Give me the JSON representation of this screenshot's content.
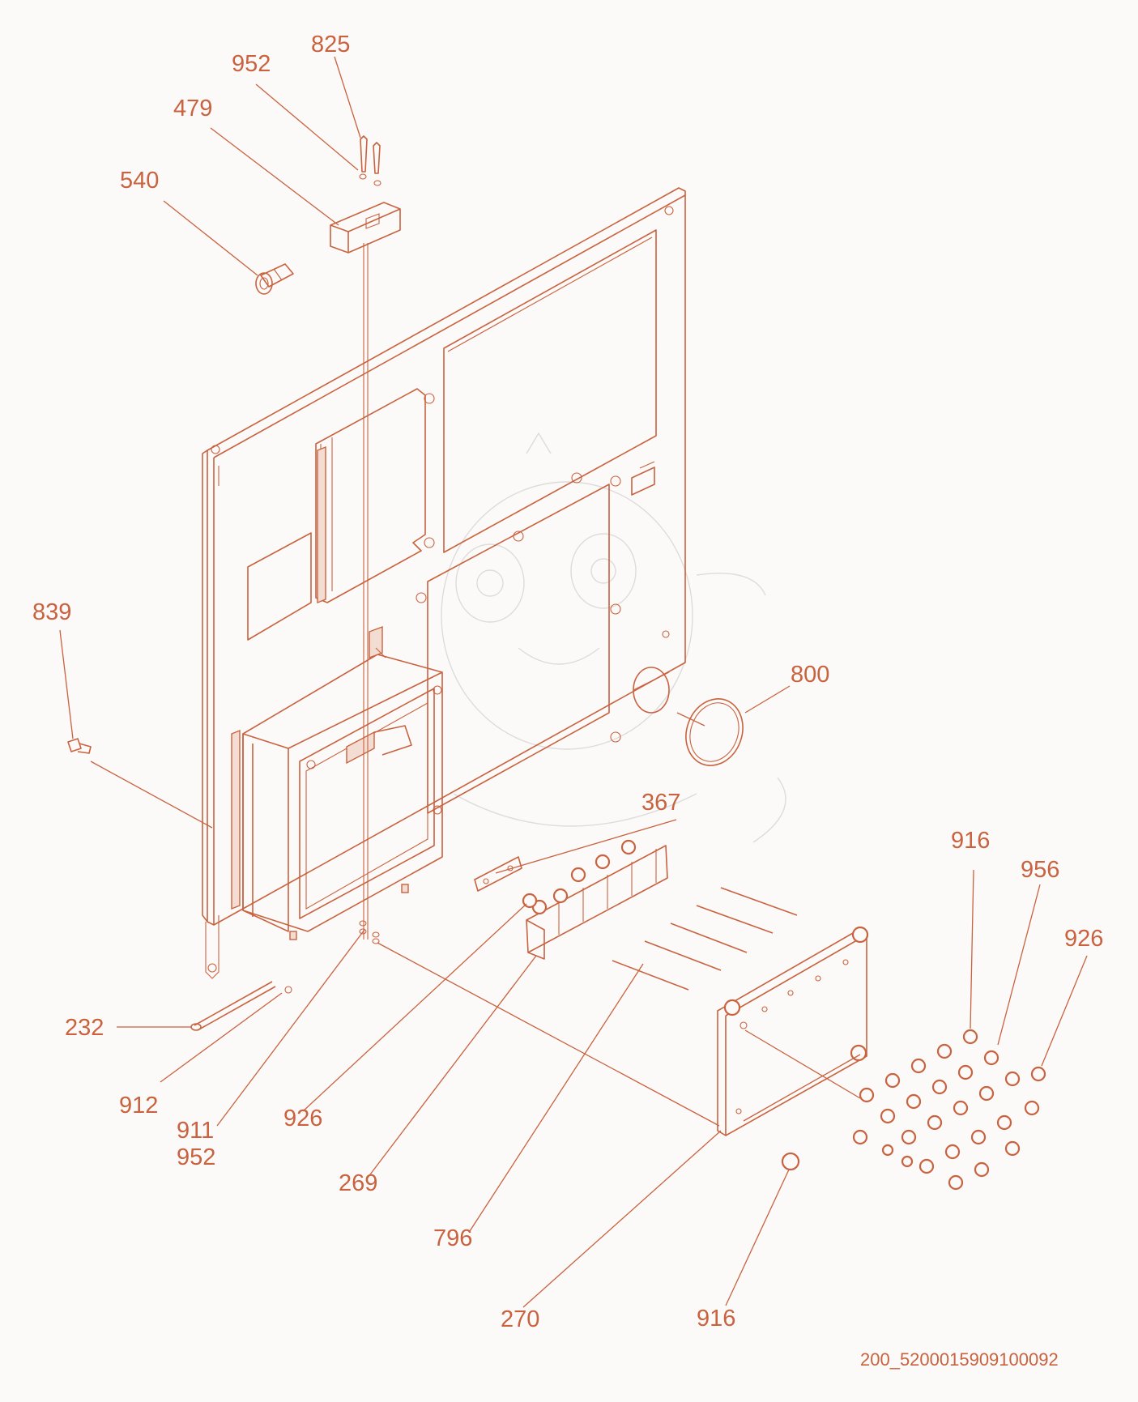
{
  "labels": {
    "l825": "825",
    "l952a": "952",
    "l479": "479",
    "l540": "540",
    "l839": "839",
    "l800": "800",
    "l367": "367",
    "l916a": "916",
    "l956": "956",
    "l926a": "926",
    "l232": "232",
    "l912": "912",
    "l911": "911",
    "l952b": "952",
    "l926b": "926",
    "l269": "269",
    "l796": "796",
    "l270": "270",
    "l916b": "916"
  },
  "drawing_code": "200_5200015909100092",
  "colors": {
    "ink": "#c9623f",
    "background": "#fbfaf8"
  }
}
